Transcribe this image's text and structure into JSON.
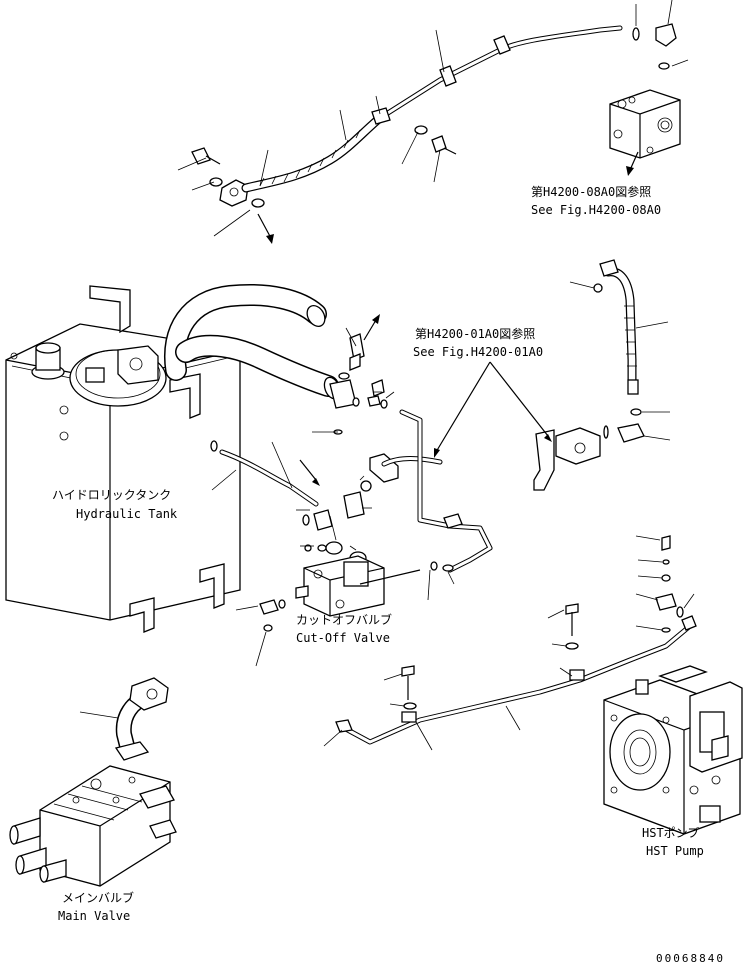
{
  "labels": {
    "tank_jp": "ハイドロリックタンク",
    "tank_en": "Hydraulic Tank",
    "cutoff_jp": "カットオフバルブ",
    "cutoff_en": "Cut-Off Valve",
    "hst_jp": "HSTポンプ",
    "hst_en": "HST Pump",
    "main_jp": "メインバルブ",
    "main_en": "Main Valve"
  },
  "references": {
    "ref1_jp": "第H4200-08A0図参照",
    "ref1_en": "See Fig.H4200-08A0",
    "ref2_jp": "第H4200-01A0図参照",
    "ref2_en": "See Fig.H4200-01A0"
  },
  "drawing_number": "00068840"
}
